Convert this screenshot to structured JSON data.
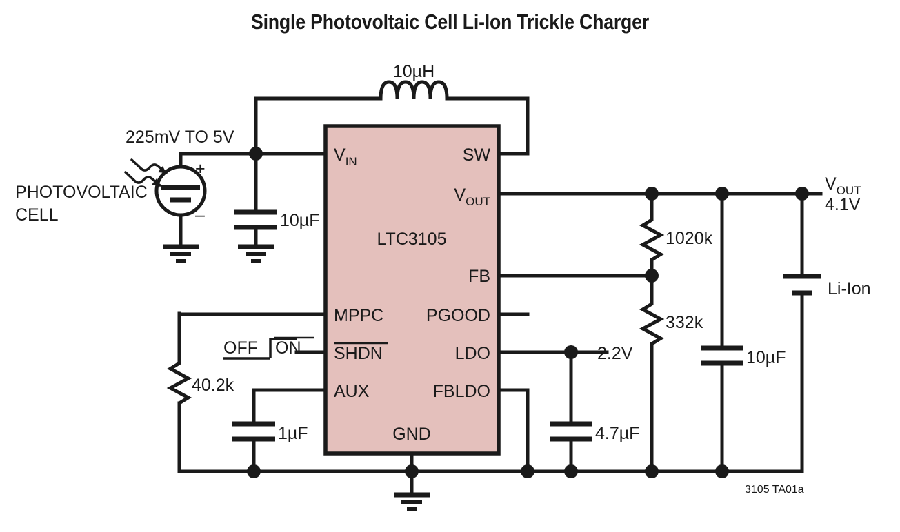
{
  "title": "Single Photovoltaic Cell Li-Ion Trickle Charger",
  "figure_id": "3105 TA01a",
  "ic": {
    "part_number": "LTC3105",
    "fill_color": "#e4c0bc",
    "pins_left": [
      "V",
      "MPPC",
      "SHDN",
      "AUX"
    ],
    "pin_vin": "V",
    "pin_vin_sub": "IN",
    "pin_mppc": "MPPC",
    "pin_shdn": "SHDN",
    "pin_aux": "AUX",
    "pin_gnd": "GND",
    "pin_sw": "SW",
    "pin_vout": "V",
    "pin_vout_sub": "OUT",
    "pin_fb": "FB",
    "pin_pgood": "PGOOD",
    "pin_ldo": "LDO",
    "pin_fbldo": "FBLDO"
  },
  "source": {
    "range_label": "225mV TO 5V",
    "cell_label_line1": "PHOTOVOLTAIC",
    "cell_label_line2": "CELL",
    "plus": "+",
    "minus": "–"
  },
  "components": {
    "inductor": "10µH",
    "cap_input": "10µF",
    "cap_aux": "1µF",
    "cap_ldo": "4.7µF",
    "cap_output": "10µF",
    "res_mppc": "40.2k",
    "res_top": "1020k",
    "res_bottom": "332k",
    "battery": "Li-Ion"
  },
  "switch": {
    "off_label": "OFF",
    "on_label": "ON"
  },
  "nets": {
    "ldo_voltage": "2.2V",
    "vout_name": "V",
    "vout_sub": "OUT",
    "vout_value": "4.1V"
  }
}
